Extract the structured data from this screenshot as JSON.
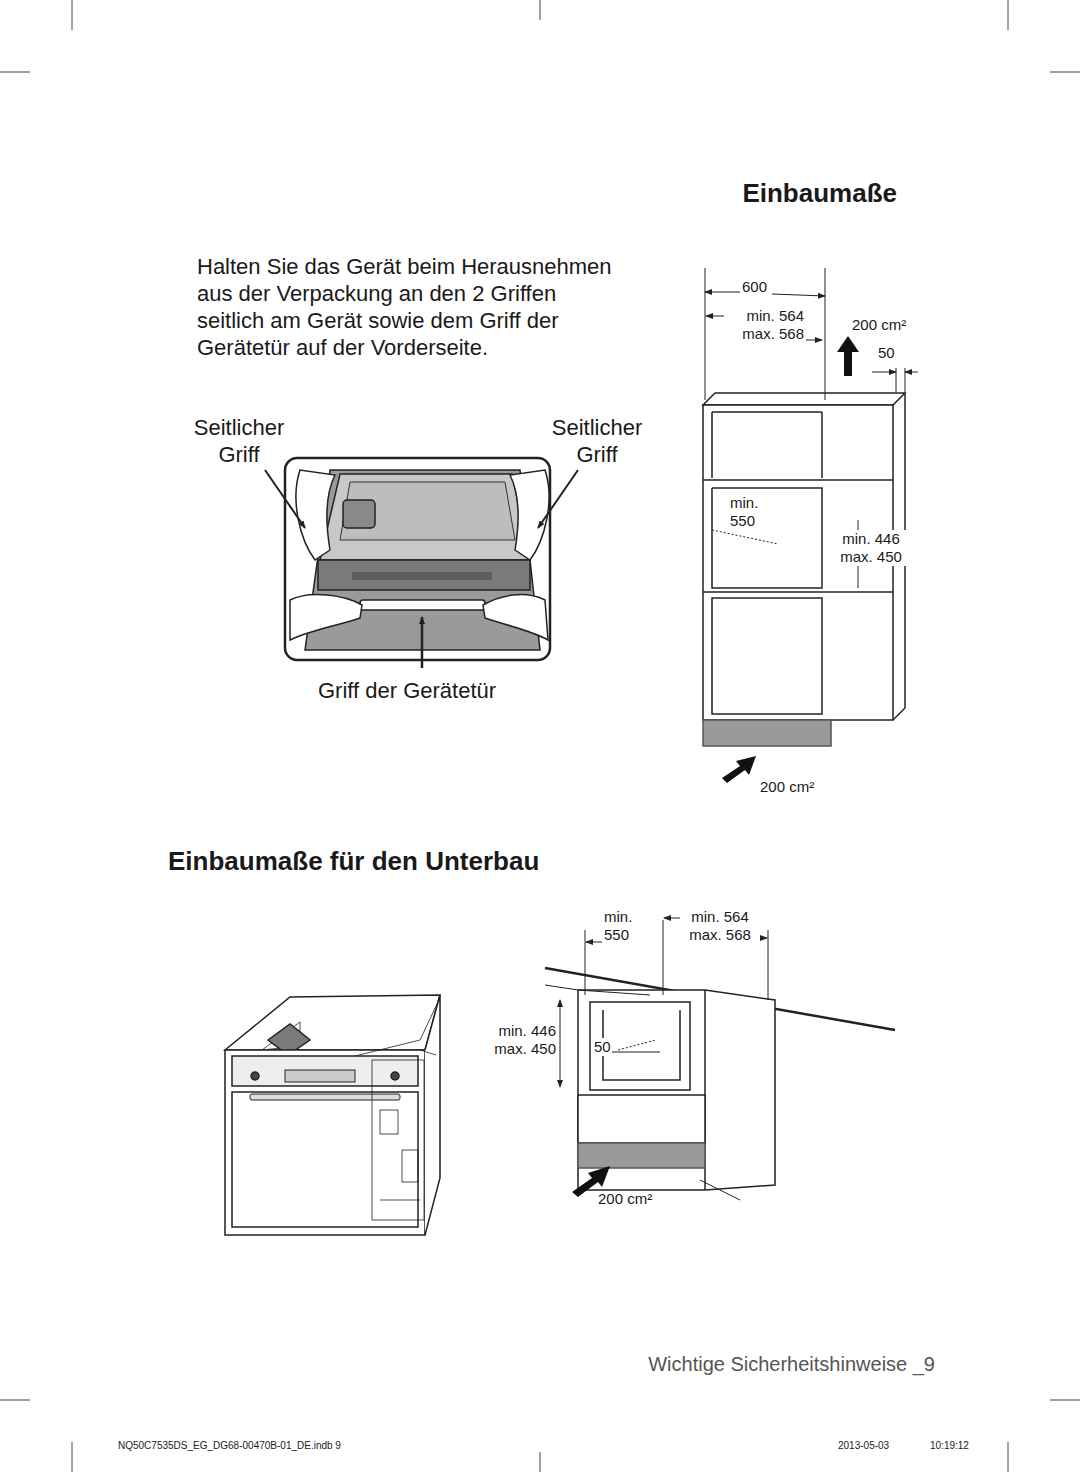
{
  "diagram": {
    "title": "Einbaumaße",
    "labels": [
      "Halten Sie das Gerät beim Herausnehmen aus der Verpackung an den 2 Griffen seitlich am Gerät sowie dem Griff der Gerätetür auf der Vorderseite.",
      "Seitlicher Griff",
      "Seitlicher Griff",
      "Griff der Gerätetür",
      "600",
      "min. 564 max. 568",
      "200 cm²",
      "50",
      "min. 550",
      "min. 446 max. 450",
      "200 cm²",
      "Einbaumaße für den Unterbau",
      "min. 550",
      "min. 564 max. 568",
      "min. 446 max. 450",
      "50",
      "200 cm²",
      "Wichtige Sicherheitshinweise _9",
      "NQ50C7535DS_EG_DG68-00470B-01_DE.indb 9",
      "2013-05-03",
      "10:19:12"
    ]
  }
}
